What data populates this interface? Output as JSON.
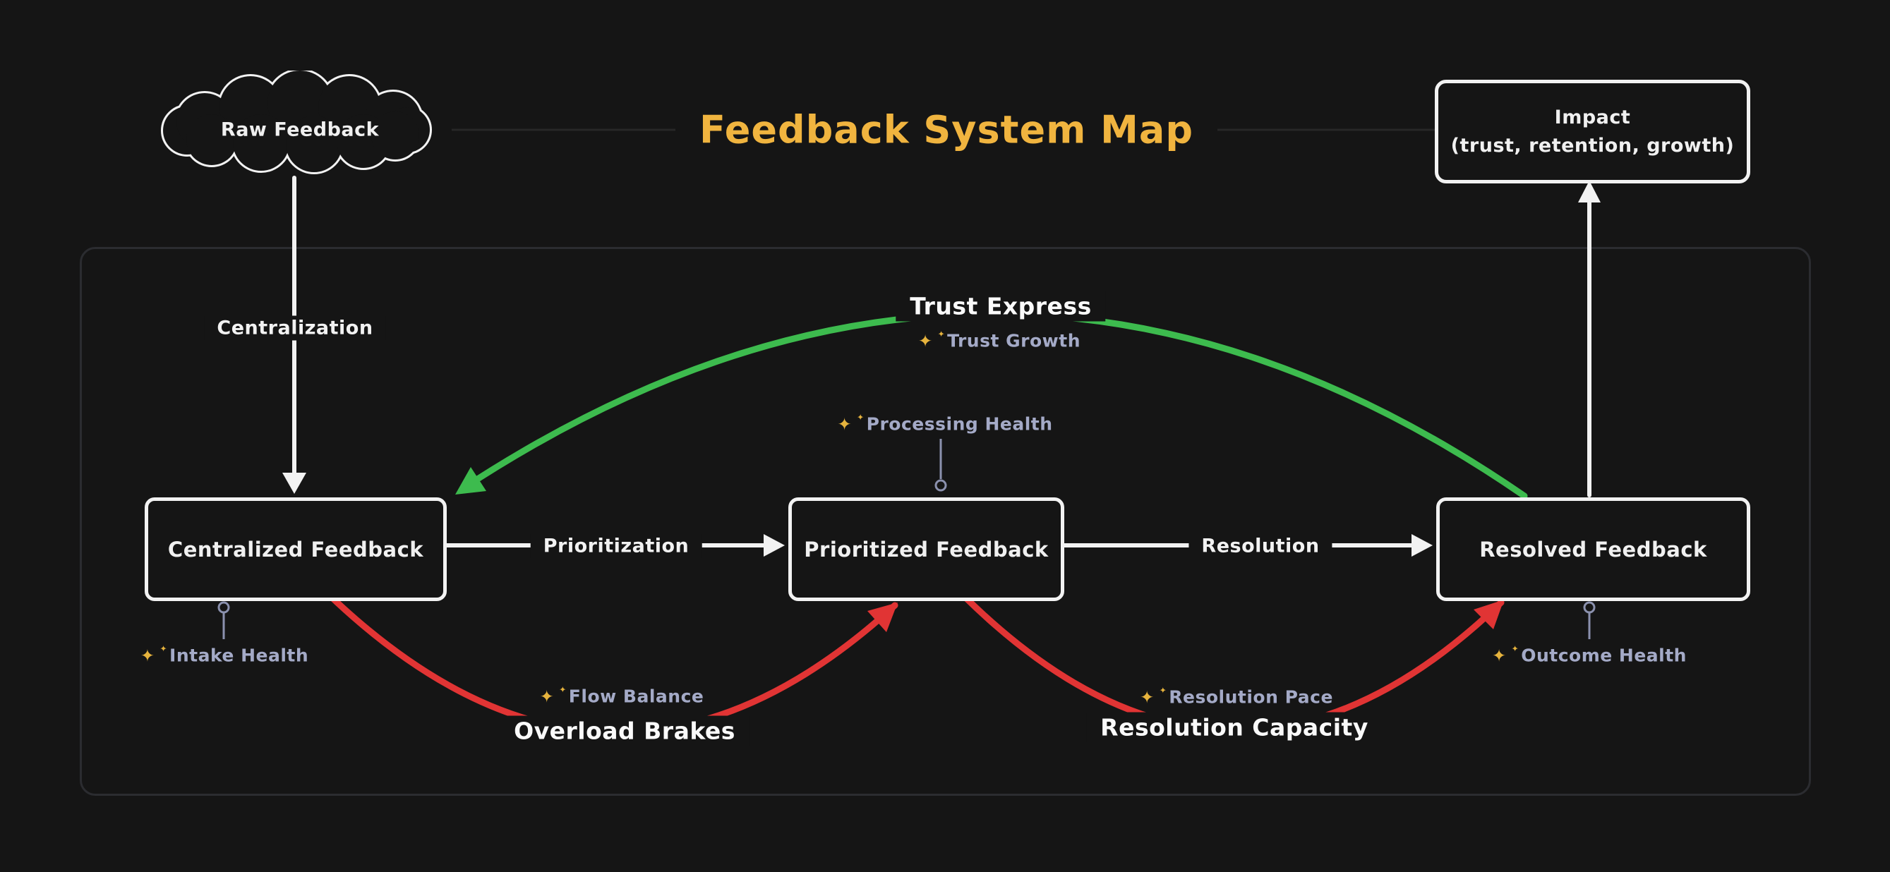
{
  "title": "Feedback System Map",
  "icons": {
    "sparkle": "✦"
  },
  "colors": {
    "background": "#151515",
    "stroke_white": "#f2f2f2",
    "accent_yellow": "#f0b43f",
    "green": "#3dbb4e",
    "red": "#e13434",
    "lavender": "#a4aac7"
  },
  "nodes": {
    "raw": {
      "label": "Raw Feedback"
    },
    "impact": {
      "label_line1": "Impact",
      "label_line2": "(trust, retention, growth)"
    },
    "centralized": {
      "label": "Centralized Feedback"
    },
    "prioritized": {
      "label": "Prioritized Feedback"
    },
    "resolved": {
      "label": "Resolved Feedback"
    }
  },
  "edges": {
    "centralization": {
      "label": "Centralization"
    },
    "prioritization": {
      "label": "Prioritization"
    },
    "resolution": {
      "label": "Resolution"
    },
    "trust_express": {
      "label": "Trust Express",
      "sublabel": "Trust Growth"
    },
    "overload_brakes": {
      "label": "Overload Brakes",
      "sublabel": "Flow Balance"
    },
    "resolution_capacity": {
      "label": "Resolution Capacity",
      "sublabel": "Resolution Pace"
    }
  },
  "health_indicators": {
    "intake": {
      "label": "Intake Health"
    },
    "processing": {
      "label": "Processing Health"
    },
    "outcome": {
      "label": "Outcome Health"
    }
  }
}
